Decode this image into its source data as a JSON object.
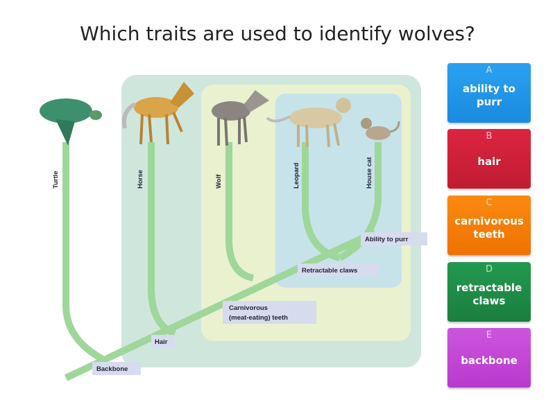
{
  "question": "Which traits are used to identify wolves?",
  "diagram": {
    "animals": [
      "Turtle",
      "Horse",
      "Wolf",
      "Leopard",
      "House cat"
    ],
    "traits": {
      "backbone": "Backbone",
      "hair": "Hair",
      "carnivorous_1": "Carnivorous",
      "carnivorous_2": "(meat-eating) teeth",
      "claws": "Retractable claws",
      "purr": "Ability to purr"
    }
  },
  "options": [
    {
      "letter": "A",
      "text": "ability to purr",
      "color": "#2196e8"
    },
    {
      "letter": "B",
      "text": "hair",
      "color": "#d0213a"
    },
    {
      "letter": "C",
      "text": "carnivorous teeth",
      "color": "#f57c00"
    },
    {
      "letter": "D",
      "text": "retractable claws",
      "color": "#1e8a47"
    },
    {
      "letter": "E",
      "text": "backbone",
      "color": "#c146d6"
    }
  ]
}
